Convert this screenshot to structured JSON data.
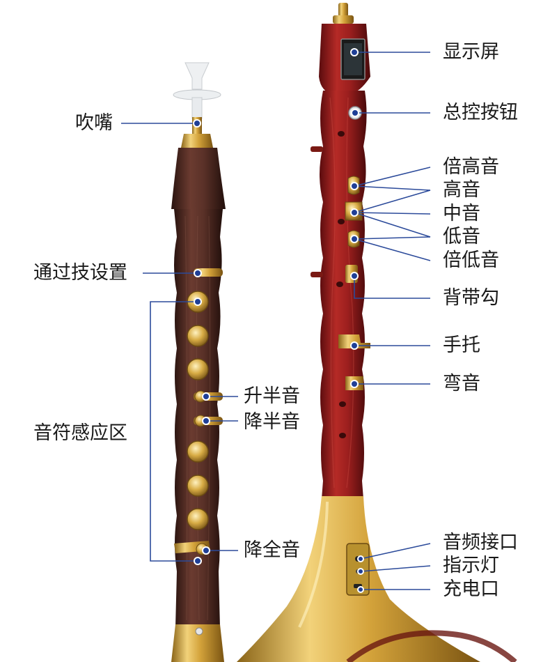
{
  "labels": {
    "mouthpiece": "吹嘴",
    "pass_key_setting": "通过技设置",
    "note_sensing_area": "音符感应区",
    "sharp_half": "升半音",
    "flat_half": "降半音",
    "flat_whole": "降全音",
    "display": "显示屏",
    "master_button": "总控按钮",
    "double_high": "倍高音",
    "high": "高音",
    "middle": "中音",
    "low": "低音",
    "double_low": "倍低音",
    "strap_hook": "背带勾",
    "thumb_rest": "手托",
    "pitch_bend": "弯音",
    "audio_port": "音频接口",
    "indicator": "指示灯",
    "charging_port": "充电口"
  },
  "colors": {
    "leader_line": "#2b4a9a",
    "dot": "#1f3f96",
    "left_body": "#4a2a22",
    "right_body": "#8e1c1c",
    "gold": "#d9ad3c"
  }
}
